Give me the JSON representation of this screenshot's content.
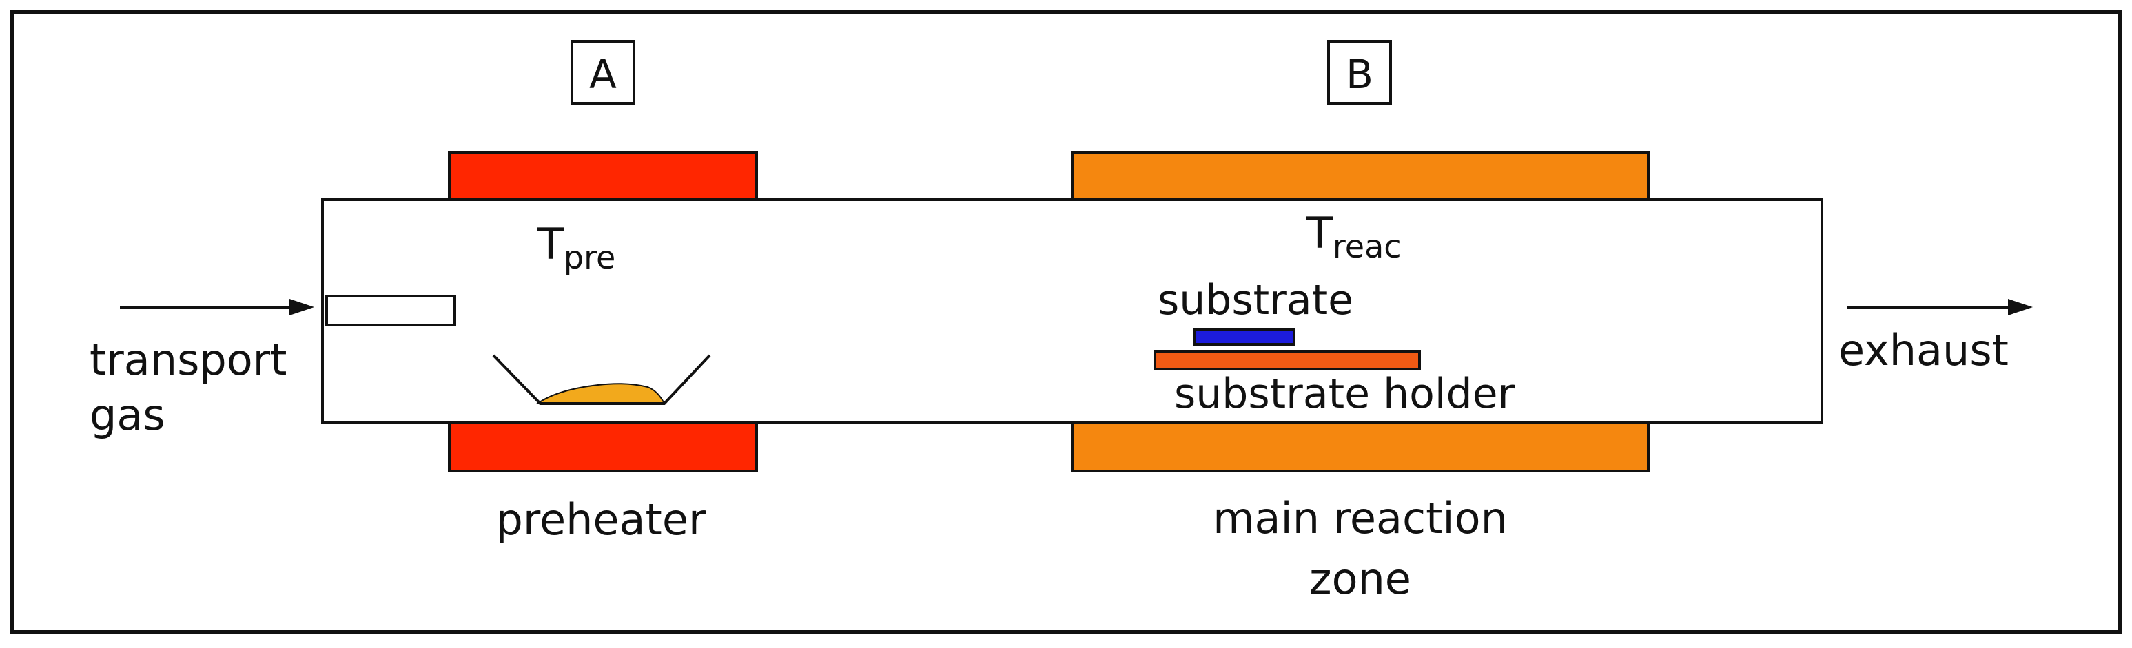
{
  "labels": {
    "zone_a": "A",
    "zone_b": "B",
    "t_pre_main": "T",
    "t_pre_sub": "pre",
    "t_reac_main": "T",
    "t_reac_sub": "reac",
    "substrate": "substrate",
    "substrate_holder": "substrate holder",
    "transport_line1": "transport",
    "transport_line2": "gas",
    "exhaust": "exhaust",
    "preheater": "preheater",
    "main_zone_line1": "main reaction",
    "main_zone_line2": "zone"
  },
  "colors": {
    "preheater": "#ff2600",
    "main_heater": "#f5870f",
    "substrate": "#1c1cdc",
    "holder": "#f05a14",
    "source_material": "#f2a91c",
    "stroke": "#111111"
  }
}
